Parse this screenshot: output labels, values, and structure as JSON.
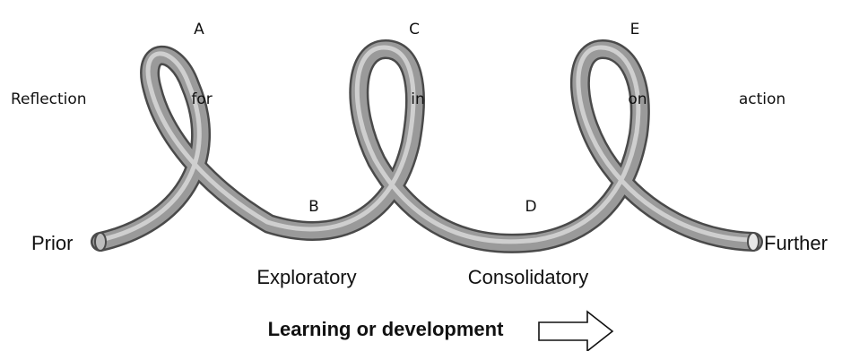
{
  "letters": {
    "a": "A",
    "b": "B",
    "c": "C",
    "d": "D",
    "e": "E"
  },
  "words": {
    "reflection": "Reflection",
    "for": "for",
    "in": "in",
    "on": "on",
    "action": "action"
  },
  "ends": {
    "prior": "Prior",
    "further": "Further"
  },
  "phases": {
    "exploratory": "Exploratory",
    "consolidatory": "Consolidatory"
  },
  "footer": {
    "caption": "Learning or development"
  },
  "colors": {
    "tube_light": "#cfcfcf",
    "tube_mid": "#9a9a9a",
    "tube_dark": "#4a4a4a",
    "text": "#111111"
  },
  "icons": {
    "arrow": "outline-right-arrow-icon"
  }
}
